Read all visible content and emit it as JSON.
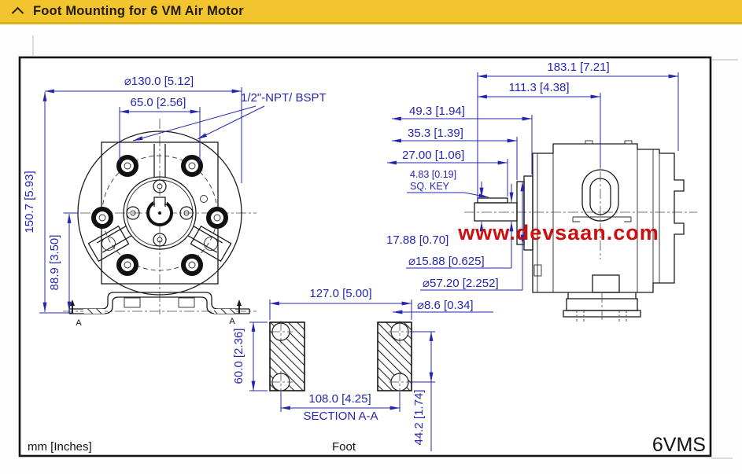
{
  "header": {
    "title": "Foot Mounting for 6 VM Air Motor"
  },
  "footer": {
    "units": "mm [Inches]",
    "view": "Foot",
    "model": "6VMS"
  },
  "watermark": "www.devsaan.com",
  "labels": {
    "port": "1/2\"-NPT/ BSPT",
    "sq_key_line1": "4.83 [0.19]",
    "sq_key_line2": "SQ. KEY",
    "section": "SECTION A-A",
    "section_marker_left": "A",
    "section_marker_right": "A"
  },
  "dims": {
    "flange_od": "⌀130.0 [5.12]",
    "port_spacing": "65.0 [2.56]",
    "overall_height": "150.7 [5.93]",
    "centerline_height": "88.9 [3.50]",
    "overall_length": "183.1 [7.21]",
    "body_length": "111.3 [4.38]",
    "shaft_extension": "49.3 [1.94]",
    "flange_thickness": "35.3 [1.39]",
    "key_length": "27.00 [1.06]",
    "key_height": "17.88 [0.70]",
    "shaft_dia": "⌀15.88 [0.625]",
    "pilot_dia": "⌀57.20 [2.252]",
    "foot_hole_dia": "⌀8.6 [0.34]",
    "foot_length": "127.0 [5.00]",
    "foot_width": "60.0 [2.36]",
    "foot_hole_spacing": "108.0 [4.25]",
    "foot_hole_pitch": "44.2 [1.74]"
  },
  "colors": {
    "dimension_blue": "#2626ae",
    "watermark_red": "#cc0f0f",
    "header_yellow": "#f2c42d",
    "line_black": "#1b1b1b"
  }
}
